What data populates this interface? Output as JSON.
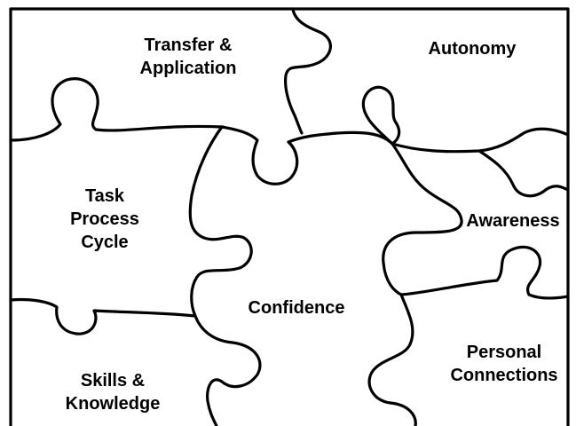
{
  "pieces": {
    "transfer_application": {
      "line1": "Transfer &",
      "line2": "Application"
    },
    "autonomy": {
      "label": "Autonomy"
    },
    "task_process_cycle": {
      "line1": "Task",
      "line2": "Process",
      "line3": "Cycle"
    },
    "awareness": {
      "label": "Awareness"
    },
    "confidence": {
      "label": "Confidence"
    },
    "personal_connections": {
      "line1": "Personal",
      "line2": "Connections"
    },
    "skills_knowledge": {
      "line1": "Skills &",
      "line2": "Knowledge"
    }
  },
  "colors": {
    "background": "#ffffff",
    "outline": "#000000",
    "text": "#000000"
  }
}
